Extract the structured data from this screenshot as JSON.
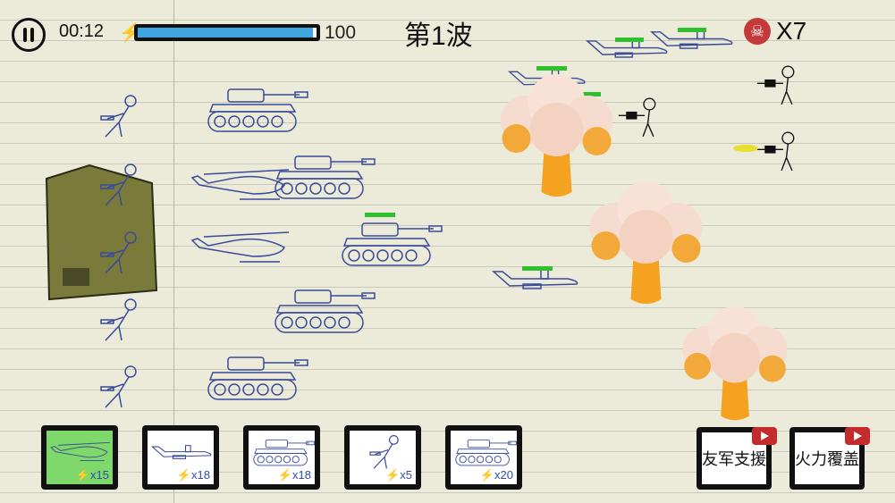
{
  "hud": {
    "timer": "00:12",
    "energy_max": "100",
    "energy_fraction": 0.98,
    "wave_title": "第1波",
    "kills": "X7",
    "skull_glyph": "☠",
    "energy_glyph": "⚡"
  },
  "unit_cards": [
    {
      "unit": "helicopter",
      "cost": "x15",
      "selected": true
    },
    {
      "unit": "bomber-plane",
      "cost": "x18",
      "selected": false
    },
    {
      "unit": "tank",
      "cost": "x18",
      "selected": false
    },
    {
      "unit": "flamethrower-soldier",
      "cost": "x5",
      "selected": false
    },
    {
      "unit": "rocket-launcher-truck",
      "cost": "x20",
      "selected": false
    }
  ],
  "support_buttons": [
    {
      "label": "友军支援",
      "icon": "video-ad-icon"
    },
    {
      "label": "火力覆盖",
      "icon": "video-ad-icon"
    }
  ],
  "colors": {
    "ally": "#3a4a9a",
    "enemy": "#111111",
    "health": "#2fbf2f",
    "energy": "#3fa6e0",
    "selected_card": "#7ed86a"
  }
}
